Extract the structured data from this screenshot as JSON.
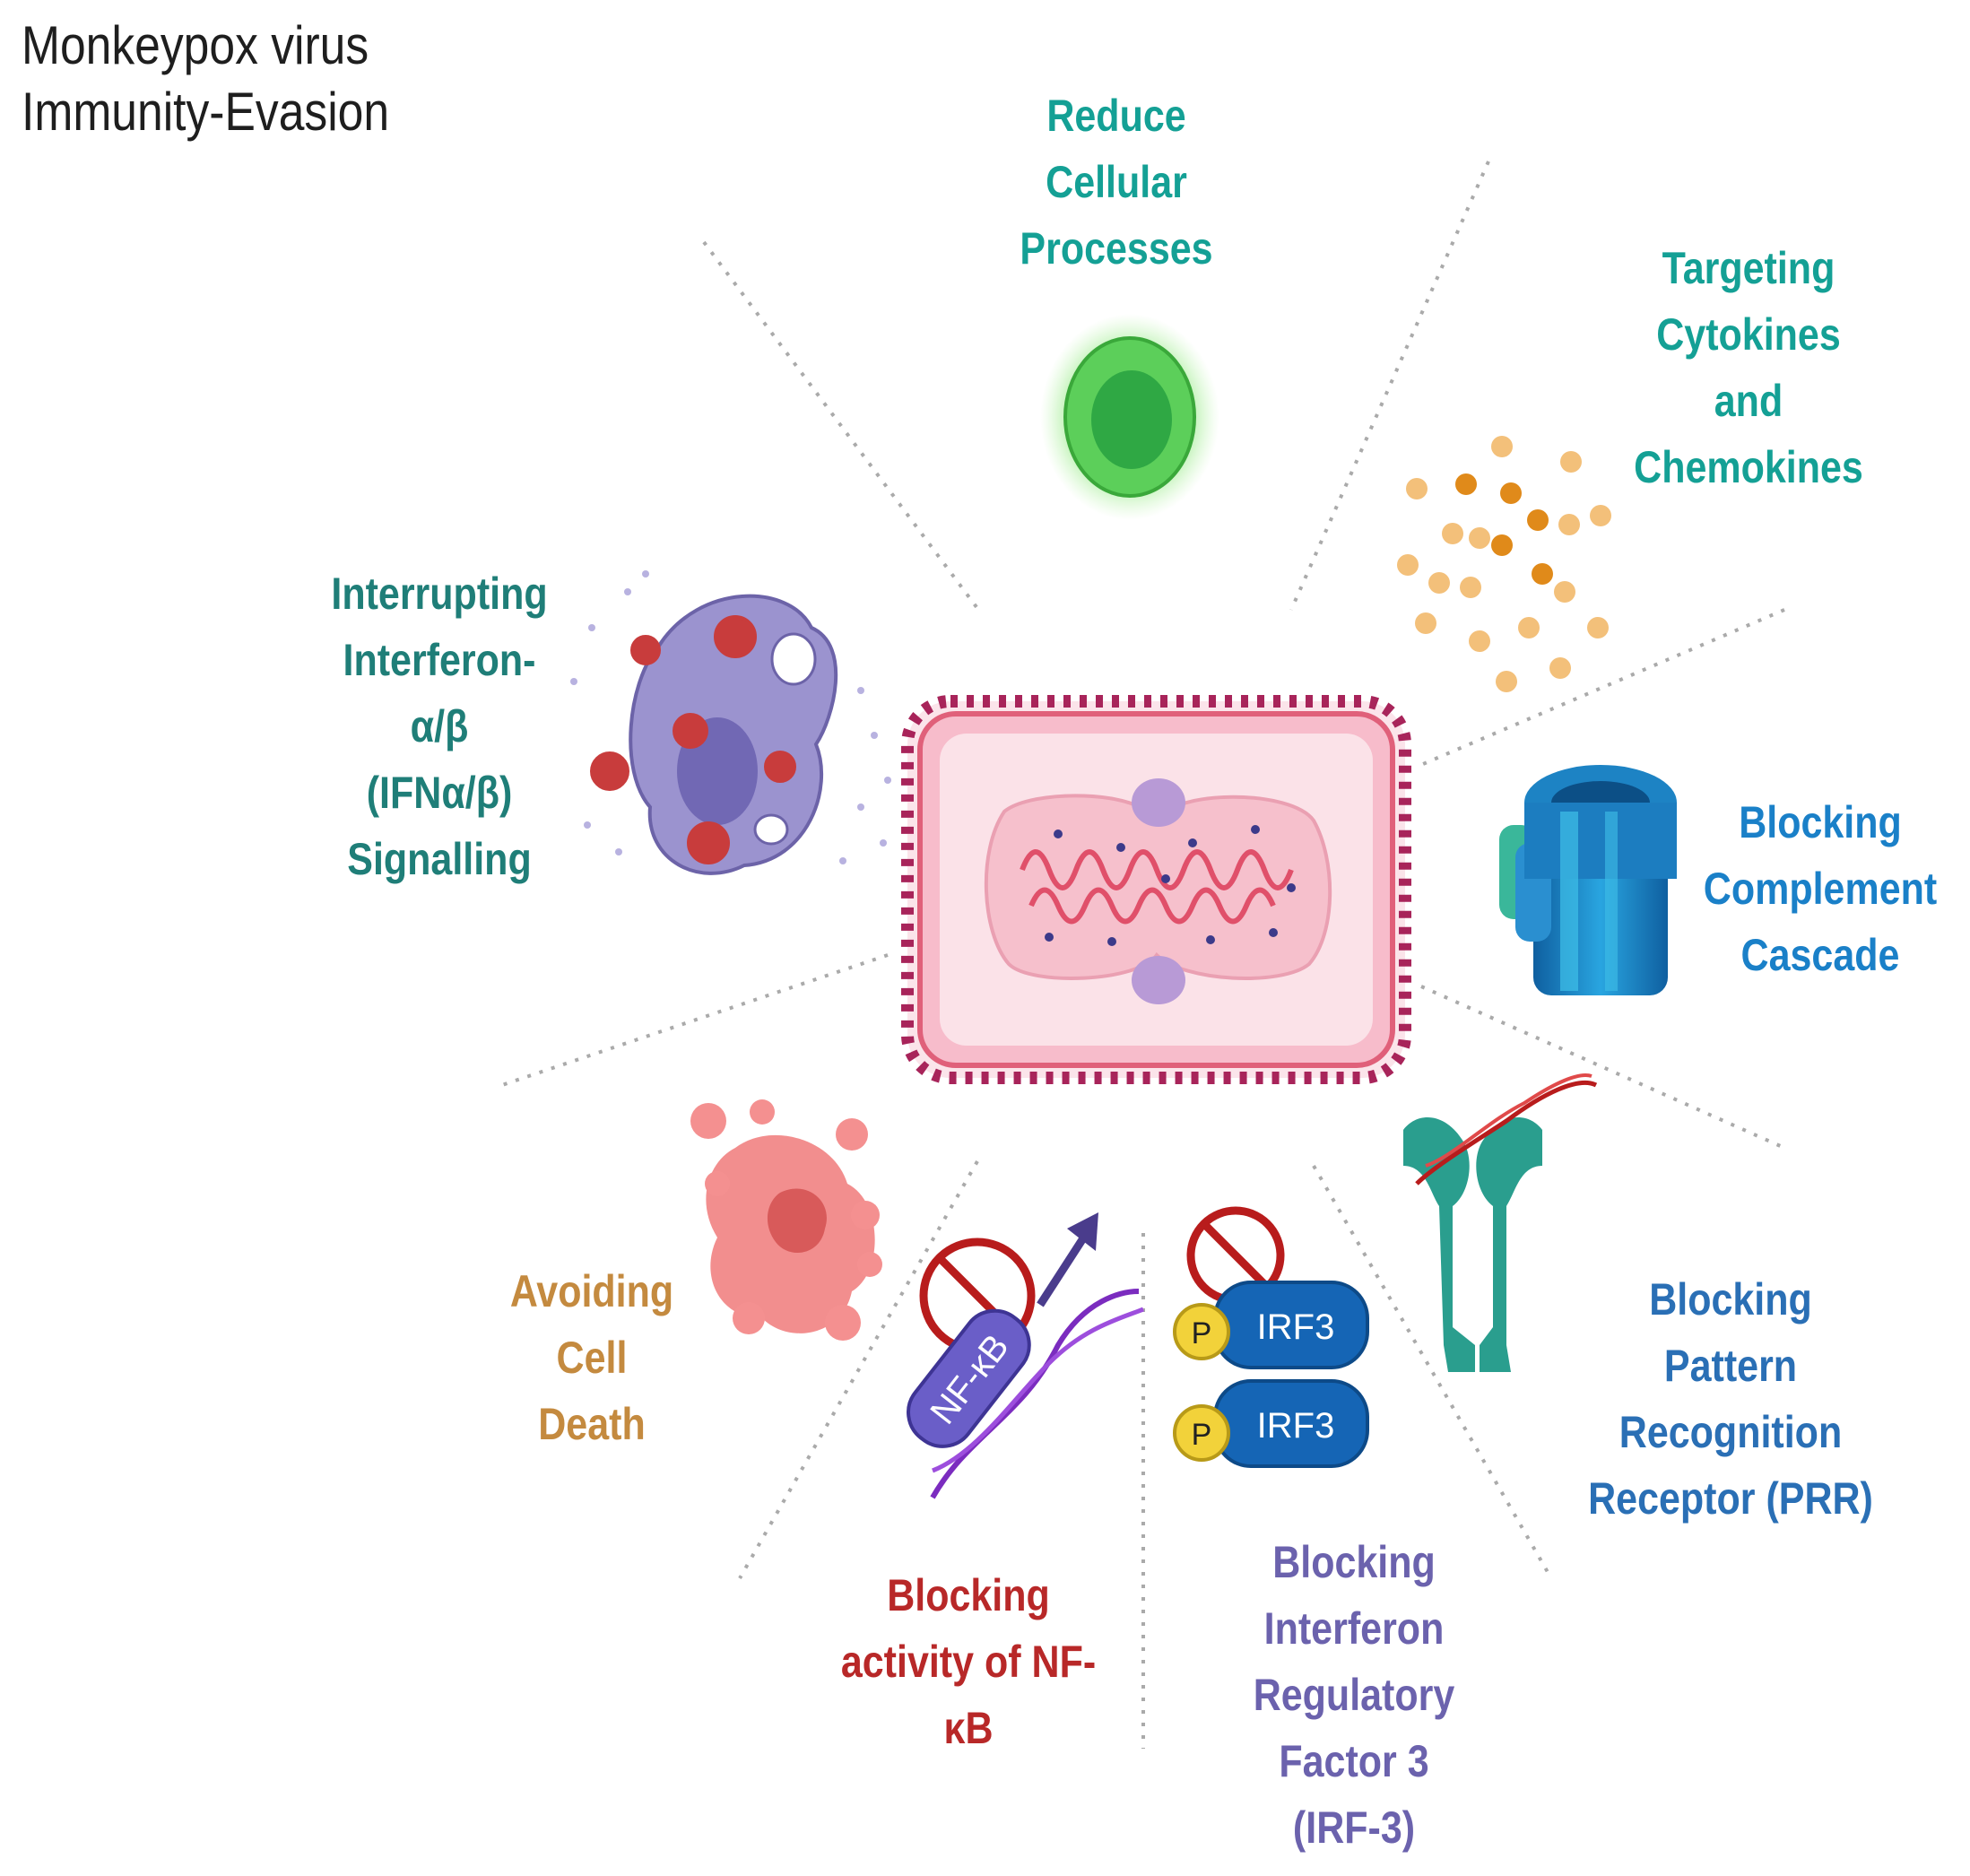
{
  "title": {
    "line1": "Monkeypox virus",
    "line2": "Immunity-Evasion"
  },
  "labels": {
    "reduce_cellular": {
      "lines": [
        "Reduce",
        "Cellular",
        "Processes"
      ],
      "color": "#14a095"
    },
    "targeting_cytokines": {
      "lines": [
        "Targeting",
        "Cytokines",
        "and",
        "Chemokines"
      ],
      "color": "#14a095"
    },
    "interrupting_ifn": {
      "lines": [
        "Interrupting",
        "Interferon-",
        "α/β",
        "(IFNα/β)",
        "Signalling"
      ],
      "color": "#1f7e78"
    },
    "blocking_complement": {
      "lines": [
        "Blocking",
        "Complement",
        "Cascade"
      ],
      "color": "#1a80c8"
    },
    "avoiding_death": {
      "lines": [
        "Avoiding",
        "Cell",
        "Death"
      ],
      "color": "#c48a3f"
    },
    "blocking_prr": {
      "lines": [
        "Blocking",
        "Pattern",
        "Recognition",
        "Receptor (PRR)"
      ],
      "color": "#2a6fb5"
    },
    "blocking_nfkb": {
      "lines": [
        "Blocking",
        "activity of  NF-",
        "κB"
      ],
      "color": "#b82828"
    },
    "blocking_irf3": {
      "lines": [
        "Blocking",
        "Interferon",
        "Regulatory",
        "Factor 3",
        "(IRF-3)"
      ],
      "color": "#6b62ad"
    }
  },
  "icons": {
    "nfkb_text": "NF-κB",
    "irf3_top": "IRF3",
    "irf3_bottom": "IRF3",
    "phospho_top": "P",
    "phospho_bottom": "P"
  },
  "colors": {
    "cell_border": "#e0607a",
    "cell_dots": "#a8245a",
    "cell_fill": "#f9d0d8",
    "mito_fill": "#f6c0cc",
    "nucleolus": "#b89ad6",
    "immune_cell": "#3cb84a",
    "cytokine_light": "#f3c07a",
    "cytokine_dark": "#e08a1a",
    "channel_blue": "#1a7fc0",
    "infected_cell": "#8e86c4",
    "virus_red": "#c83c3c",
    "dead_cell": "#f07a7a",
    "nfkb": "#6a5ec8",
    "irf3": "#1565b5",
    "phospho": "#f2d23a",
    "prohibit": "#b81c1c",
    "receptor": "#2a9e8e",
    "dotted_line": "#aaaaaa"
  }
}
